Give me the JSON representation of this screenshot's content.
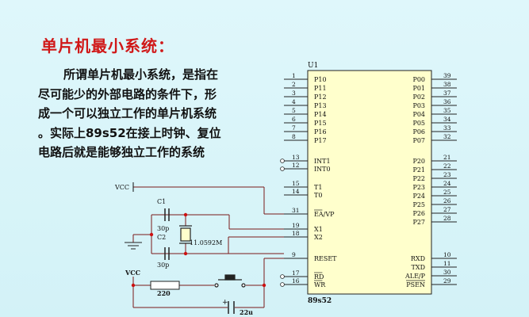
{
  "slide": {
    "title": "单片机最小系统：",
    "paragraph_lines": [
      "所谓单片机最小系统，是指在",
      "尽可能少的外部电路的条件下，形",
      "成一个可以独立工作的单片机系统",
      "。实际上89s52在接上时钟、复位",
      "电路后就是能够独立工作的系统"
    ]
  },
  "schematic": {
    "chip_ref": "U1",
    "chip_part": "89s52",
    "left_pins": [
      {
        "num": "1",
        "label": "P10"
      },
      {
        "num": "2",
        "label": "P11"
      },
      {
        "num": "3",
        "label": "P12"
      },
      {
        "num": "4",
        "label": "P13"
      },
      {
        "num": "5",
        "label": "P14"
      },
      {
        "num": "6",
        "label": "P15"
      },
      {
        "num": "7",
        "label": "P16"
      },
      {
        "num": "8",
        "label": "P17"
      },
      {
        "num": "13",
        "label": "INT1"
      },
      {
        "num": "12",
        "label": "INT0"
      },
      {
        "num": "15",
        "label": "T1"
      },
      {
        "num": "14",
        "label": "T0"
      },
      {
        "num": "31",
        "label": "EA/VP"
      },
      {
        "num": "19",
        "label": "X1"
      },
      {
        "num": "18",
        "label": "X2"
      },
      {
        "num": "9",
        "label": "RESET"
      },
      {
        "num": "17",
        "label": "RD"
      },
      {
        "num": "16",
        "label": "WR"
      }
    ],
    "right_pins": [
      {
        "num": "39",
        "label": "P00"
      },
      {
        "num": "38",
        "label": "P01"
      },
      {
        "num": "37",
        "label": "P02"
      },
      {
        "num": "36",
        "label": "P03"
      },
      {
        "num": "35",
        "label": "P04"
      },
      {
        "num": "34",
        "label": "P05"
      },
      {
        "num": "33",
        "label": "P06"
      },
      {
        "num": "32",
        "label": "P07"
      },
      {
        "num": "21",
        "label": "P20"
      },
      {
        "num": "22",
        "label": "P21"
      },
      {
        "num": "23",
        "label": "P22"
      },
      {
        "num": "24",
        "label": "P23"
      },
      {
        "num": "25",
        "label": "P24"
      },
      {
        "num": "26",
        "label": "P25"
      },
      {
        "num": "27",
        "label": "P26"
      },
      {
        "num": "28",
        "label": "P27"
      },
      {
        "num": "10",
        "label": "RXD"
      },
      {
        "num": "11",
        "label": "TXD"
      },
      {
        "num": "30",
        "label": "ALE/P"
      },
      {
        "num": "29",
        "label": "PSEN"
      }
    ],
    "components": {
      "vcc_top": "VCC",
      "vcc_reset": "VCC",
      "c1_label": "C1",
      "c1_value": "30p",
      "c2_label": "C2",
      "c2_value": "30p",
      "crystal": "11.0592M",
      "resistor": "220",
      "cap_reset": "22u"
    }
  },
  "colors": {
    "title": "#d01818",
    "chip_fill": "#ffffcc",
    "wire": "#7a1a1a",
    "red_dot": "#cc1111"
  }
}
